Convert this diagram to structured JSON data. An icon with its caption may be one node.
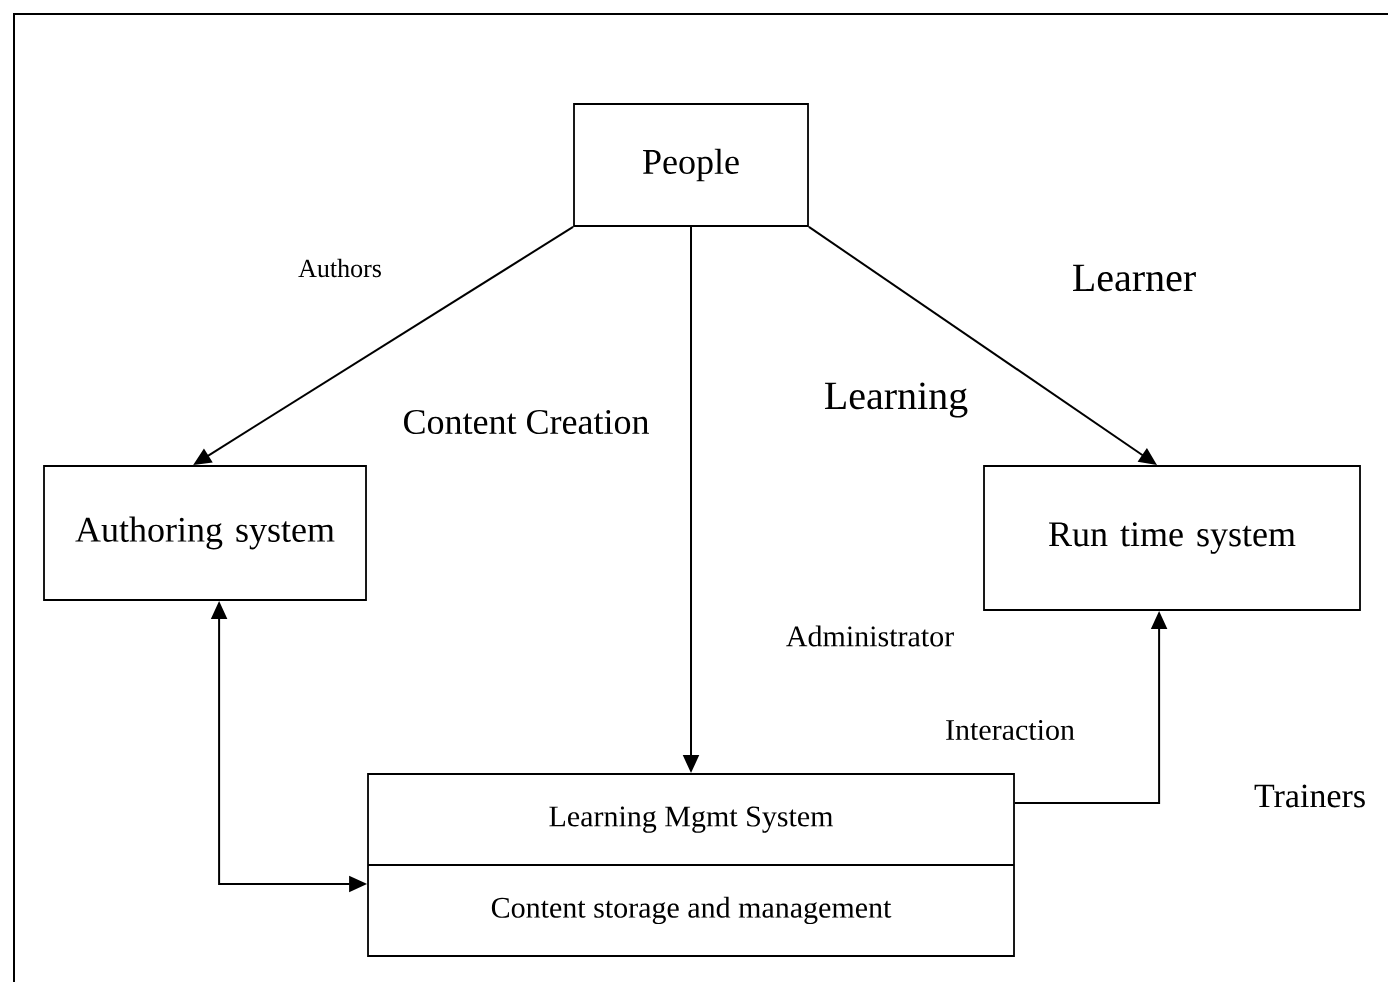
{
  "diagram": {
    "nodes": [
      {
        "text": [
          "People"
        ]
      },
      {
        "text": [
          "Authoring system"
        ]
      },
      {
        "text": [
          "Run time system"
        ]
      },
      {
        "text": [
          "Learning Mgmt System",
          "Content storage and management"
        ]
      }
    ],
    "edges": [
      {
        "from": 0,
        "to": 1,
        "arrow": "to"
      },
      {
        "from": 0,
        "to": 3,
        "arrow": "to"
      },
      {
        "from": 0,
        "to": 2,
        "arrow": "to"
      },
      {
        "from": 1,
        "to": 3,
        "arrow": "both"
      },
      {
        "from": 3,
        "to": 2,
        "arrow": "to"
      }
    ],
    "labels": [
      "Authors",
      "Learner",
      "Content Creation",
      "Learning",
      "Administrator",
      "Interaction",
      "Trainers"
    ]
  }
}
